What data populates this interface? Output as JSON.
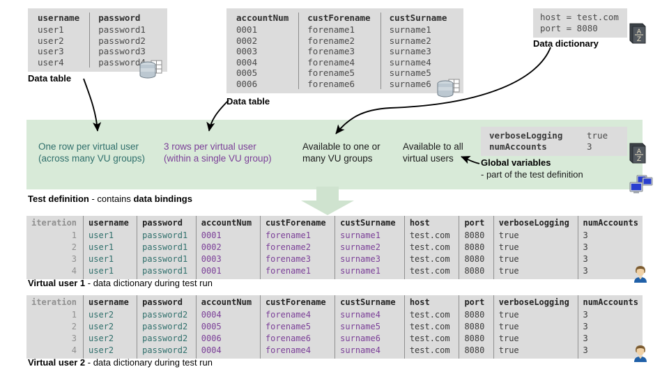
{
  "source_tables": [
    {
      "name": "credentials-table",
      "caption": "Data table",
      "columns": [
        "username",
        "password"
      ],
      "rows": [
        [
          "user1",
          "password1"
        ],
        [
          "user2",
          "password2"
        ],
        [
          "user3",
          "password3"
        ],
        [
          "user4",
          "password4"
        ]
      ]
    },
    {
      "name": "accounts-table",
      "caption": "Data table",
      "columns": [
        "accountNum",
        "custForename",
        "custSurname"
      ],
      "rows": [
        [
          "0001",
          "forename1",
          "surname1"
        ],
        [
          "0002",
          "forename2",
          "surname2"
        ],
        [
          "0003",
          "forename3",
          "surname3"
        ],
        [
          "0004",
          "forename4",
          "surname4"
        ],
        [
          "0005",
          "forename5",
          "surname5"
        ],
        [
          "0006",
          "forename6",
          "surname6"
        ]
      ]
    }
  ],
  "data_dictionary": {
    "caption": "Data dictionary",
    "lines": [
      "host = test.com",
      "port = 8080"
    ]
  },
  "global_variables": {
    "caption": "Global variables",
    "subcaption": "- part of the test definition",
    "entries": [
      {
        "key": "verboseLogging",
        "value": "true"
      },
      {
        "key": "numAccounts",
        "value": "3"
      }
    ]
  },
  "band": {
    "notes": [
      {
        "name": "note-one-row-per-vu",
        "line1": "One row per virtual user",
        "line2": "(across many VU groups)",
        "color": "#2f6f6b"
      },
      {
        "name": "note-three-rows-per-vu",
        "line1": "3 rows per virtual user",
        "line2": "(within a single VU group)",
        "color": "#7b3f98"
      },
      {
        "name": "note-available-one-or-many",
        "line1": "Available to one or",
        "line2": "many VU groups",
        "color": "#1a1a1a"
      },
      {
        "name": "note-available-all",
        "line1": "Available to all",
        "line2": "virtual users",
        "color": "#1a1a1a"
      }
    ],
    "caption_bold": "Test definition",
    "caption_mid": " - contains ",
    "caption_bold2": "data bindings"
  },
  "results": [
    {
      "name": "virtual-user-1-table",
      "caption_bold": "Virtual user 1",
      "caption_rest": " - data dictionary during test run",
      "columns": [
        "iteration",
        "username",
        "password",
        "accountNum",
        "custForename",
        "custSurname",
        "host",
        "port",
        "verboseLogging",
        "numAccounts"
      ],
      "rows": [
        [
          "1",
          "user1",
          "password1",
          "0001",
          "forename1",
          "surname1",
          "test.com",
          "8080",
          "true",
          "3"
        ],
        [
          "2",
          "user1",
          "password1",
          "0002",
          "forename2",
          "surname2",
          "test.com",
          "8080",
          "true",
          "3"
        ],
        [
          "3",
          "user1",
          "password1",
          "0003",
          "forename3",
          "surname3",
          "test.com",
          "8080",
          "true",
          "3"
        ],
        [
          "4",
          "user1",
          "password1",
          "0001",
          "forename1",
          "surname1",
          "test.com",
          "8080",
          "true",
          "3"
        ]
      ]
    },
    {
      "name": "virtual-user-2-table",
      "caption_bold": "Virtual user 2",
      "caption_rest": " - data dictionary during test run",
      "columns": [
        "iteration",
        "username",
        "password",
        "accountNum",
        "custForename",
        "custSurname",
        "host",
        "port",
        "verboseLogging",
        "numAccounts"
      ],
      "rows": [
        [
          "1",
          "user2",
          "password2",
          "0004",
          "forename4",
          "surname4",
          "test.com",
          "8080",
          "true",
          "3"
        ],
        [
          "2",
          "user2",
          "password2",
          "0005",
          "forename5",
          "surname5",
          "test.com",
          "8080",
          "true",
          "3"
        ],
        [
          "3",
          "user2",
          "password2",
          "0006",
          "forename6",
          "surname6",
          "test.com",
          "8080",
          "true",
          "3"
        ],
        [
          "4",
          "user2",
          "password2",
          "0004",
          "forename4",
          "surname4",
          "test.com",
          "8080",
          "true",
          "3"
        ]
      ]
    }
  ],
  "colors": {
    "band_green": "#d8ead8",
    "table_gray": "#dcdcdc",
    "teal": "#2f6f6b",
    "purple": "#7b3f98",
    "dark": "#3a3a3a",
    "muted": "#8f8f8f"
  }
}
